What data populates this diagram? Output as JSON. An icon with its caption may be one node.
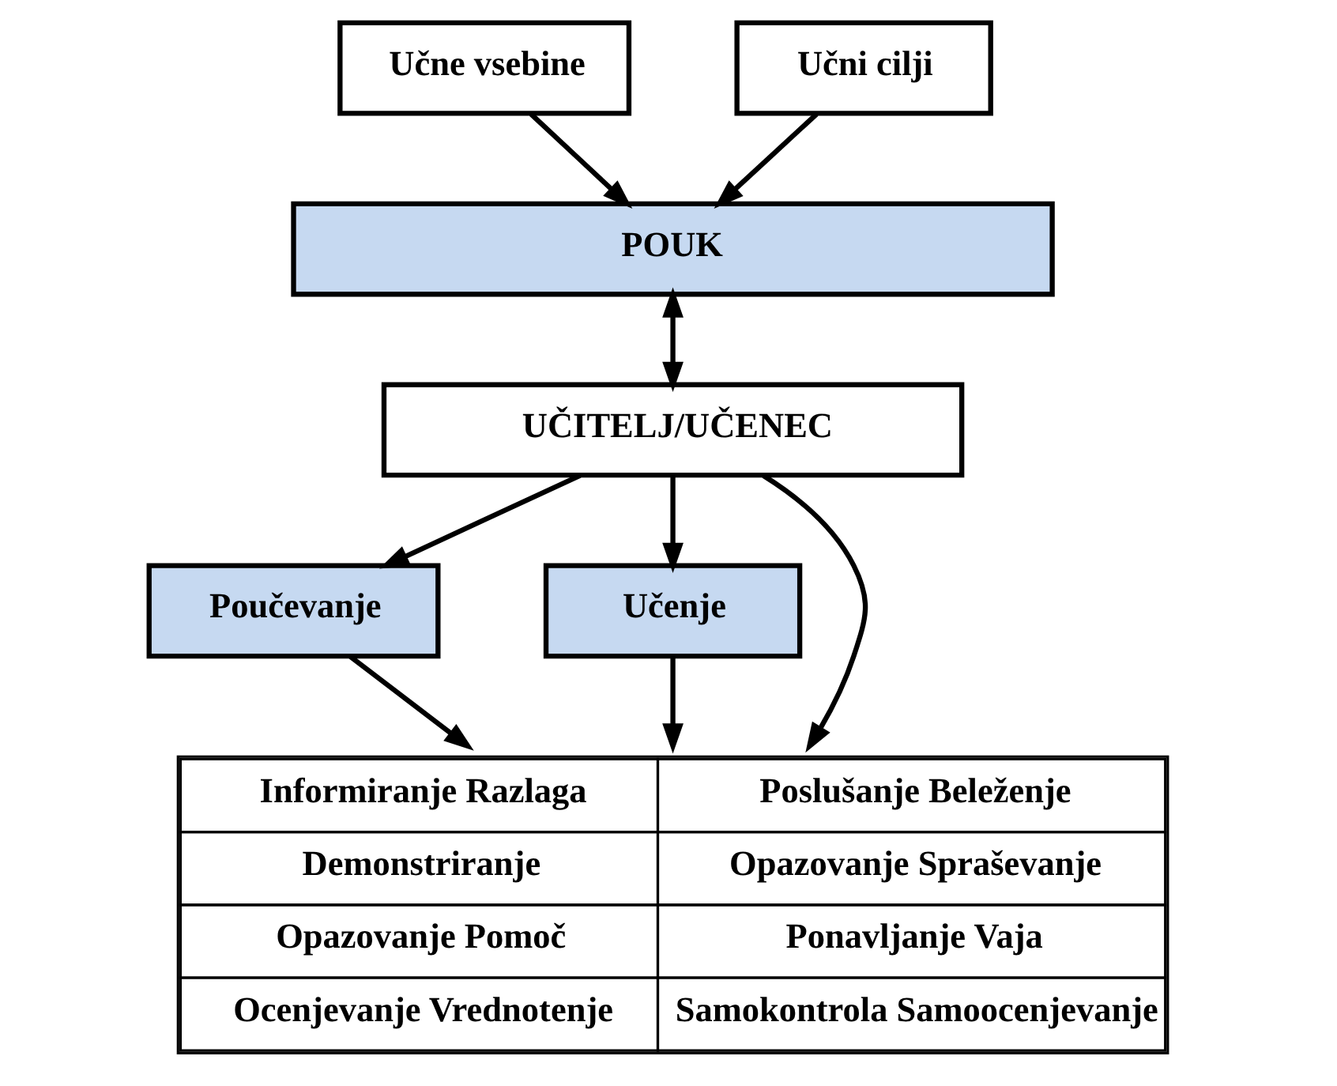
{
  "diagram": {
    "nodes": [
      {
        "text": [
          "Učne vsebine"
        ]
      },
      {
        "text": [
          "Učni cilji"
        ]
      },
      {
        "text": [
          "POUK"
        ]
      },
      {
        "text": [
          "UČITELJ/UČENEC"
        ]
      },
      {
        "text": [
          "Poučevanje"
        ]
      },
      {
        "text": [
          "Učenje"
        ]
      },
      {
        "text": [
          "Informiranje Razlaga",
          "Poslušanje Beleženje",
          "Demonstriranje",
          "Opazovanje Spraševanje",
          "Opazovanje Pomoč",
          "Ponavljanje Vaja",
          "Ocenjevanje Vrednotenje",
          "Samokontrola Samoocenjevanje"
        ]
      }
    ],
    "edges": [
      {
        "from": 0,
        "to": 2,
        "arrow": "to"
      },
      {
        "from": 1,
        "to": 2,
        "arrow": "to"
      },
      {
        "from": 2,
        "to": 3,
        "arrow": "both"
      },
      {
        "from": 3,
        "to": 4,
        "arrow": "to"
      },
      {
        "from": 3,
        "to": 6,
        "arrow": "to"
      },
      {
        "from": 3,
        "to": 5,
        "arrow": "to"
      },
      {
        "from": 4,
        "to": 6,
        "arrow": "to"
      },
      {
        "from": 5,
        "to": 6,
        "arrow": "to"
      }
    ]
  }
}
